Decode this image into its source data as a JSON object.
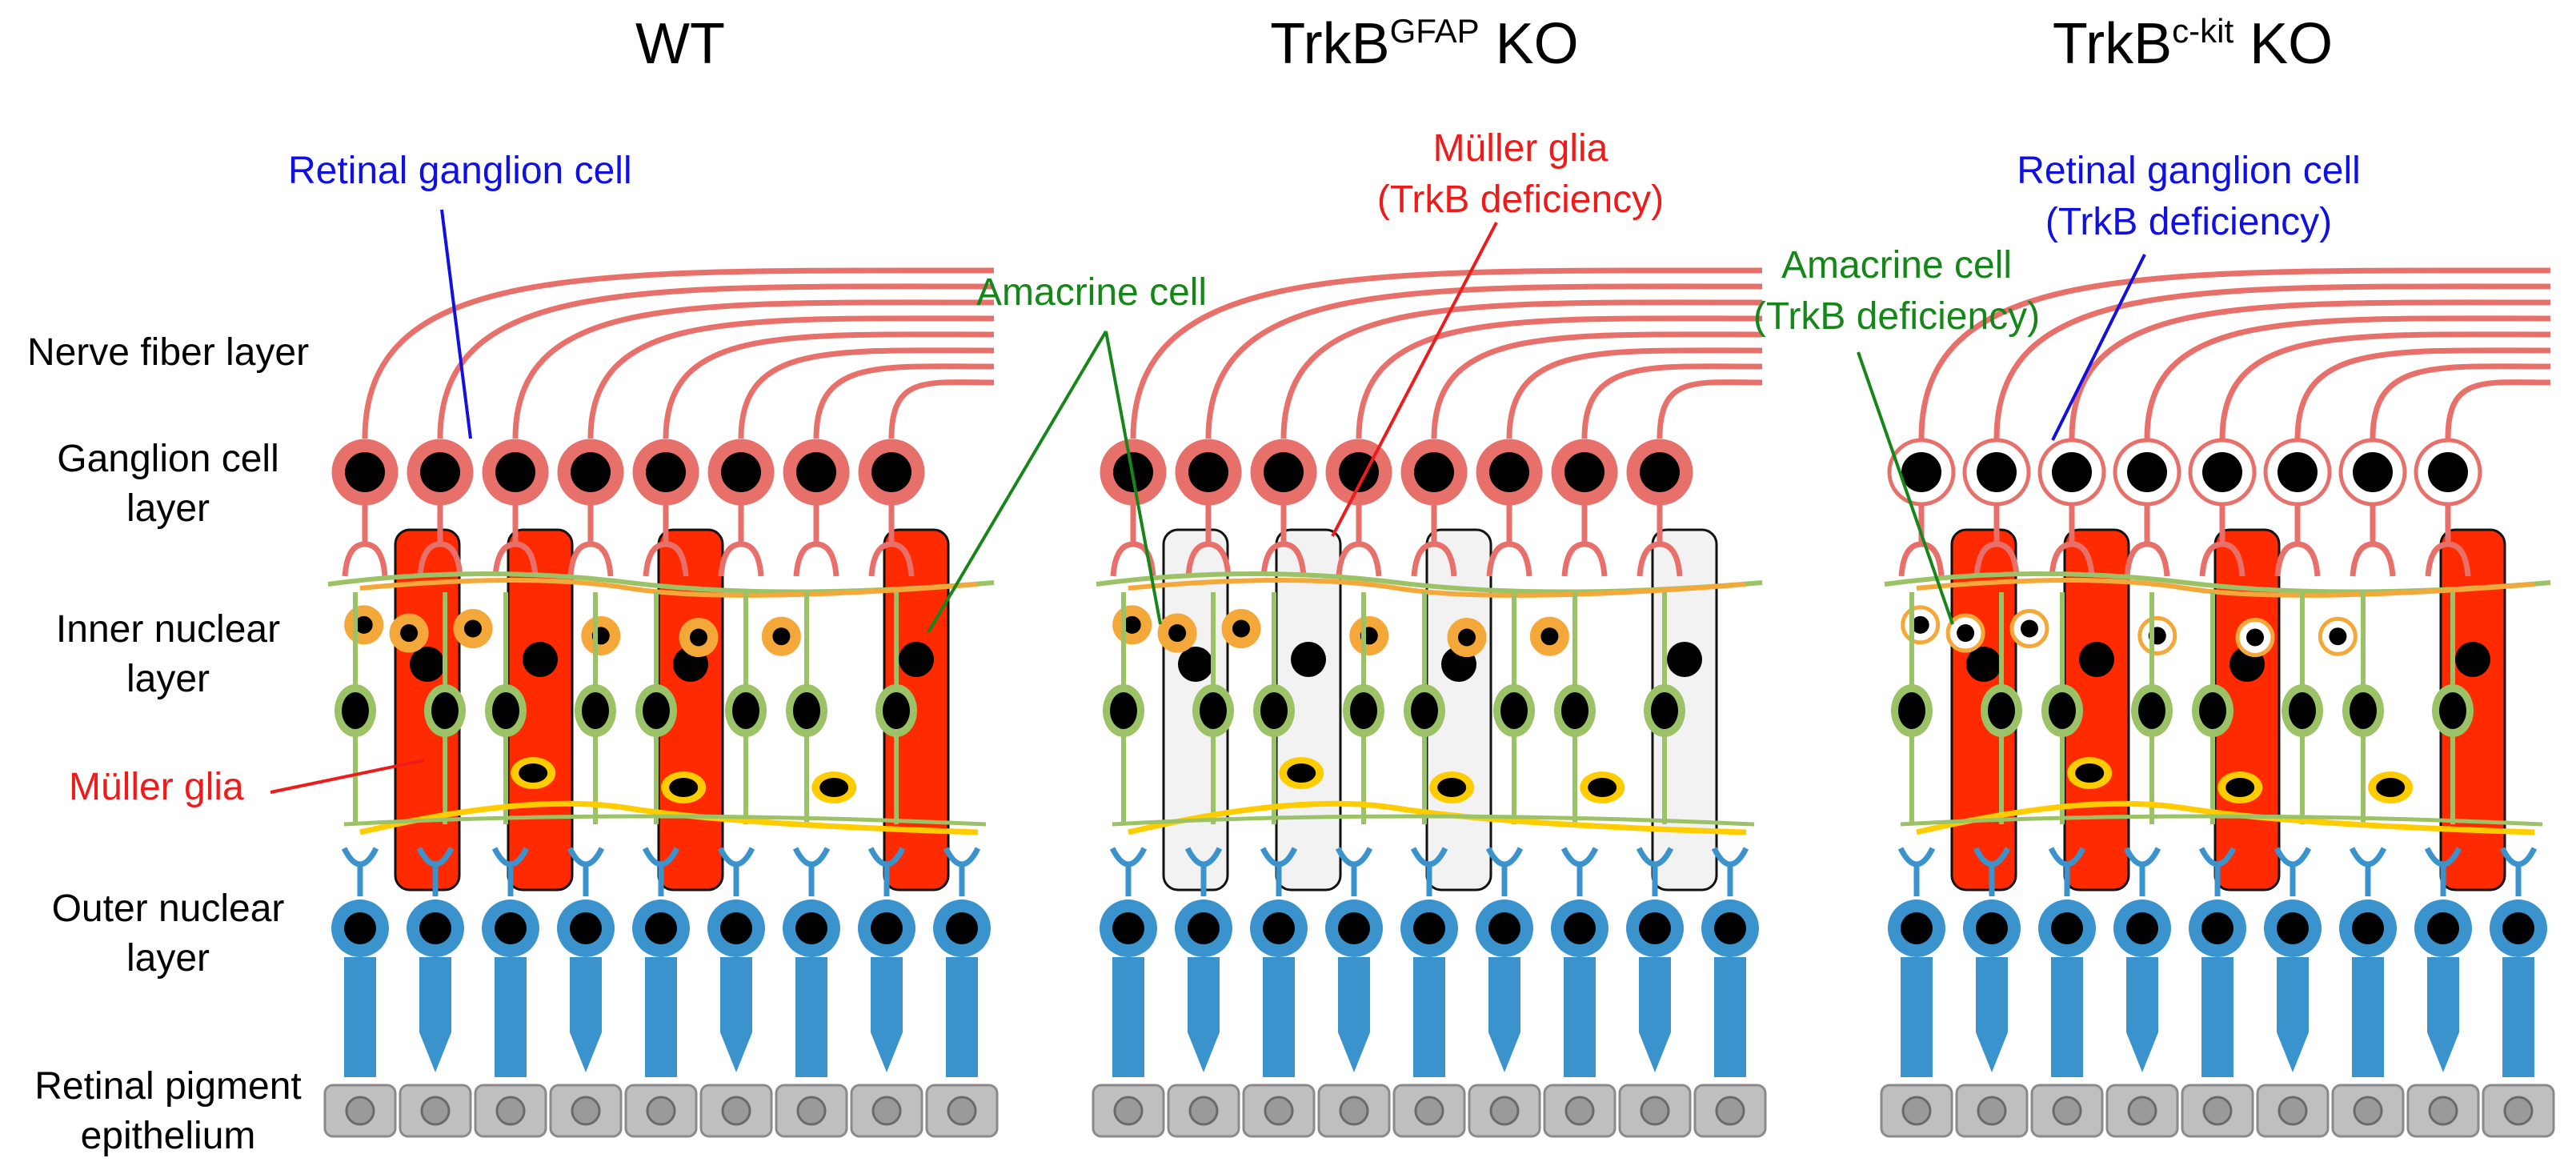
{
  "panels": [
    {
      "title_main": "WT",
      "title_sup": "",
      "title_tail": "",
      "muller": "normal",
      "amacrine": "normal",
      "rgc": "normal"
    },
    {
      "title_main": "TrkB",
      "title_sup": "GFAP",
      "title_tail": " KO",
      "muller": "deficient",
      "amacrine": "normal",
      "rgc": "normal"
    },
    {
      "title_main": "TrkB",
      "title_sup": "c-kit",
      "title_tail": " KO",
      "muller": "normal",
      "amacrine": "deficient",
      "rgc": "deficient"
    }
  ],
  "layers": {
    "nfl": "Nerve fiber layer",
    "gcl_1": "Ganglion cell",
    "gcl_2": "layer",
    "inl_1": "Inner nuclear",
    "inl_2": "layer",
    "onl_1": "Outer nuclear",
    "onl_2": "layer",
    "rpe_1": "Retinal pigment",
    "rpe_2": "epithelium"
  },
  "annotations": {
    "wt_rgc": "Retinal ganglion cell",
    "wt_muller": "Müller glia",
    "amacrine": "Amacrine cell",
    "gfap_muller_1": "Müller glia",
    "gfap_muller_2": "(TrkB deficiency)",
    "ckit_amacrine_1": "Amacrine cell",
    "ckit_amacrine_2": "(TrkB deficiency)",
    "ckit_rgc_1": "Retinal ganglion cell",
    "ckit_rgc_2": "(TrkB deficiency)"
  },
  "colors": {
    "ganglion": "#e8706a",
    "muller": "#ff2a00",
    "muller_deficient": "#f2f2f2",
    "amacrine": "#f5a83a",
    "bipolar": "#9bc266",
    "horizontal": "#ffcc00",
    "photoreceptor": "#3a93cc",
    "rpe": "#bfbfbf",
    "rgc_label": "#1010e0",
    "amacrine_label": "#17861a",
    "muller_label": "#ee1b1b"
  }
}
